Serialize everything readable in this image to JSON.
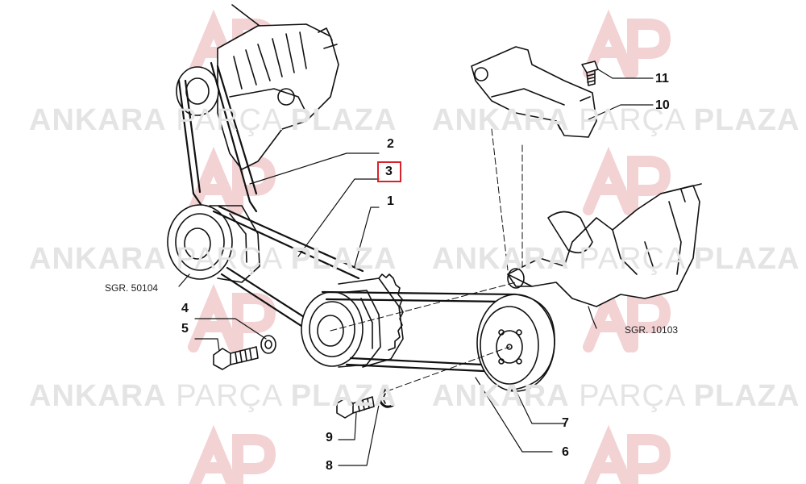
{
  "watermark": {
    "word1": "ANKARA",
    "word2": "PARÇA",
    "word3": "PLAZA",
    "logo_color": "#f3c9cc",
    "text_color": "#e4e4e4"
  },
  "callouts": {
    "c1": "1",
    "c2": "2",
    "c3": "3",
    "c4": "4",
    "c5": "5",
    "c6": "6",
    "c7": "7",
    "c8": "8",
    "c9": "9",
    "c10": "10",
    "c11": "11"
  },
  "highlighted_part": "3",
  "highlight_color": "#d8232a",
  "refs": {
    "left": "SGR. 50104",
    "right": "SGR. 10103"
  }
}
